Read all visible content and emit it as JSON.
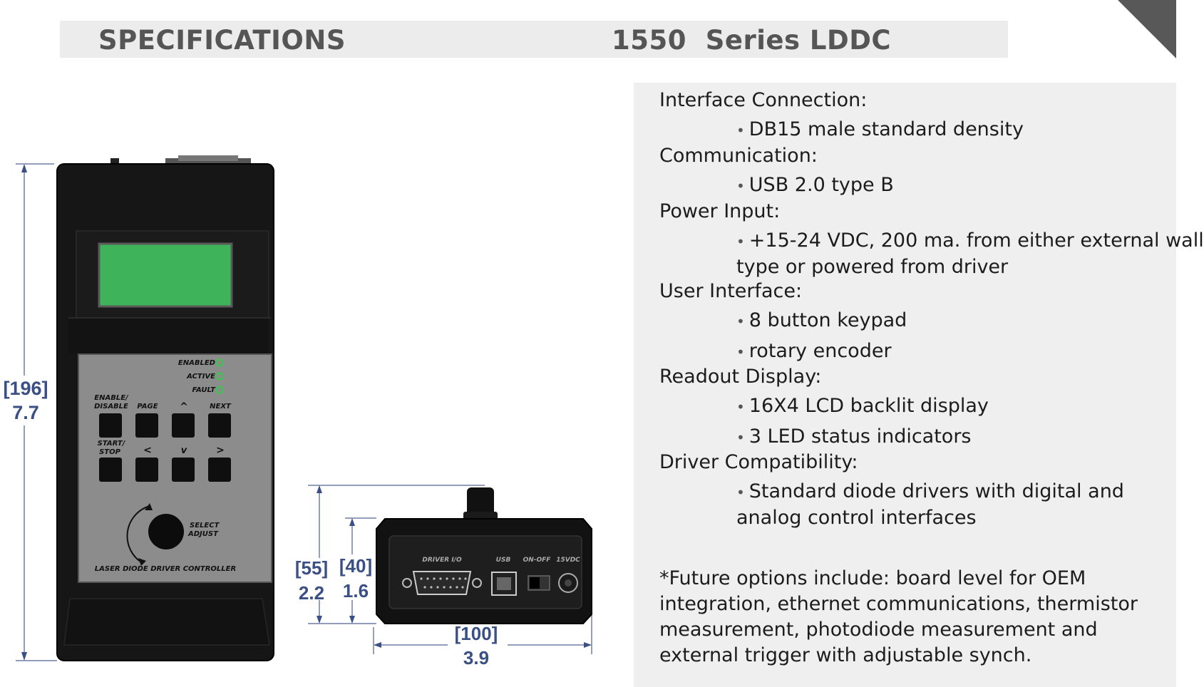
{
  "header": {
    "left": "SPECIFICATIONS",
    "right": "1550  Series LDDC"
  },
  "specs": [
    {
      "label": "Interface Connection:",
      "items": [
        "DB15 male standard density"
      ]
    },
    {
      "label": "Communication:",
      "items": [
        "USB 2.0 type B"
      ]
    },
    {
      "label": "Power Input:",
      "items": [
        "+15-24 VDC, 200 ma. from either external wall",
        "type or powered from driver"
      ]
    },
    {
      "label": "User Interface:",
      "items": [
        "8 button keypad",
        "rotary encoder"
      ]
    },
    {
      "label": "Readout Display:",
      "items": [
        "16X4 LCD backlit display",
        "3 LED status indicators"
      ]
    },
    {
      "label": "Driver Compatibility:",
      "items": [
        "Standard diode drivers with digital and",
        "analog control interfaces"
      ]
    }
  ],
  "note": "*Future options include: board level for OEM integration, ethernet communications, thermistor measurement, photodiode measurement and external trigger with adjustable synch.",
  "handheld": {
    "dims": {
      "height_mm": "[196]",
      "height_in": "7.7"
    },
    "leds": [
      "ENABLED",
      "ACTIVE",
      "FAULT"
    ],
    "keys_top": [
      "ENABLE/",
      "DISABLE",
      "PAGE",
      "^",
      "NEXT"
    ],
    "keys_bottom": [
      "START/",
      "STOP",
      "<",
      "v",
      ">"
    ],
    "encoder": [
      "SELECT",
      "ADJUST"
    ],
    "footer": "LASER DIODE DRIVER CONTROLLER"
  },
  "rear": {
    "dims": {
      "h_total_mm": "[55]",
      "h_total_in": "2.2",
      "h_body_mm": "[40]",
      "h_body_in": "1.6",
      "w_mm": "[100]",
      "w_in": "3.9"
    },
    "ports": [
      "DRIVER I/O",
      "USB",
      "ON-OFF",
      "15VDC"
    ]
  },
  "colors": {
    "header_bg": "#ececec",
    "header_text": "#555555",
    "corner": "#585858",
    "specs_bg": "#efefef",
    "dim_blue": "#3a4f86",
    "lcd_green": "#3fb35a",
    "led_green": "#35c94a",
    "device_black": "#161616",
    "panel_gray": "#8c8c8c"
  }
}
